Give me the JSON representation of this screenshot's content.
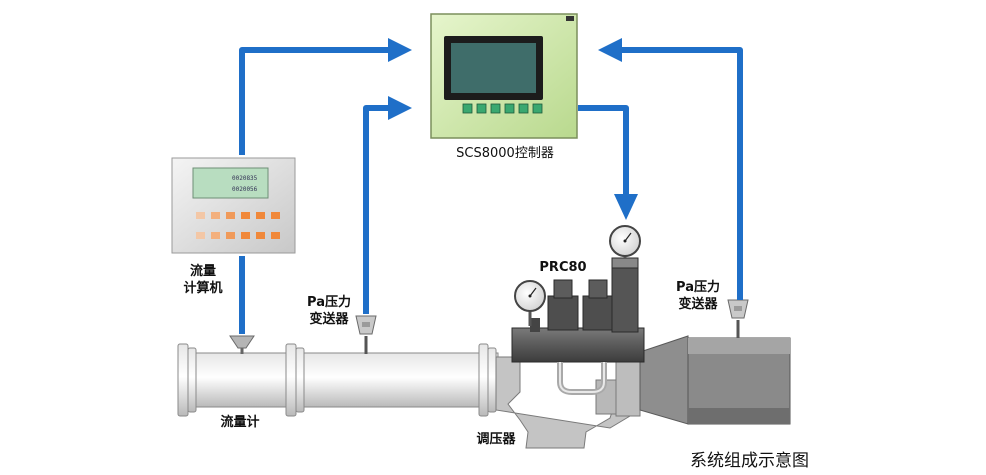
{
  "controller": {
    "label": "SCS8000控制器"
  },
  "flow_computer": {
    "label_line1": "流量",
    "label_line2": "计算机",
    "display_line1": "0020835",
    "display_line2": "0020056"
  },
  "transmitter_left": {
    "label_line1": "Pa压力",
    "label_line2": "变送器"
  },
  "transmitter_right": {
    "label_line1": "Pa压力",
    "label_line2": "变送器"
  },
  "regulator_model": {
    "label": "PRC80"
  },
  "flow_meter": {
    "label": "流量计"
  },
  "regulator": {
    "label": "调压器"
  },
  "caption": "系统组成示意图",
  "colors": {
    "arrow": "#1f6fc8",
    "panel": "#d4ebb0",
    "screen": "#3f6d6a",
    "buttons": "#3aa870",
    "keypad": "#f0883a"
  }
}
